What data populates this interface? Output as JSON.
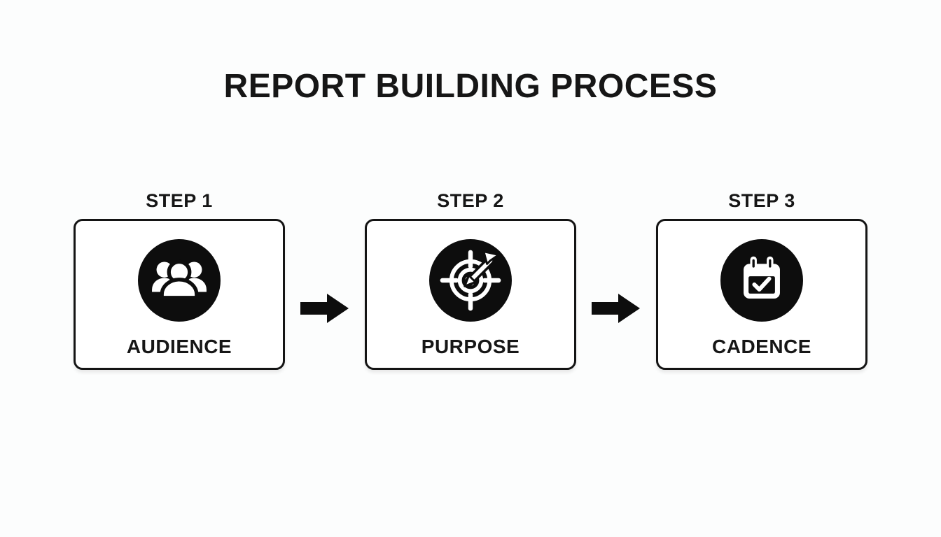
{
  "title": "REPORT BUILDING PROCESS",
  "colors": {
    "background": "#fcfdfd",
    "foreground": "#141414",
    "icon_circle": "#0d0d0d",
    "box_fill": "#ffffff"
  },
  "steps": [
    {
      "step_label": "STEP 1",
      "name": "AUDIENCE",
      "icon": "audience-group-icon"
    },
    {
      "step_label": "STEP 2",
      "name": "PURPOSE",
      "icon": "target-arrow-icon"
    },
    {
      "step_label": "STEP 3",
      "name": "CADENCE",
      "icon": "calendar-check-icon"
    }
  ],
  "connector": {
    "icon": "arrow-right-icon"
  }
}
